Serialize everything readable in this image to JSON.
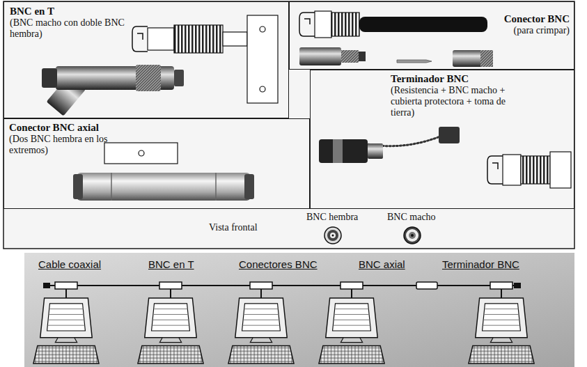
{
  "diagram": {
    "nodes": [
      {
        "text": [
          "BNC en T",
          "(BNC macho con doble BNC hembra)"
        ]
      },
      {
        "text": [
          "Conector BNC",
          "(para crimpar)"
        ]
      },
      {
        "text": [
          "Terminador BNC",
          "(Resistencia + BNC macho + cubierta protectora + toma de tierra)"
        ]
      },
      {
        "text": [
          "Conector BNC axial",
          "(Dos BNC hembra en los extremos)"
        ]
      }
    ],
    "labels": [
      "Vista frontal",
      "BNC hembra",
      "BNC macho",
      "Cable coaxial",
      "BNC en T",
      "Conectores BNC",
      "BNC axial",
      "Terminador BNC"
    ]
  }
}
